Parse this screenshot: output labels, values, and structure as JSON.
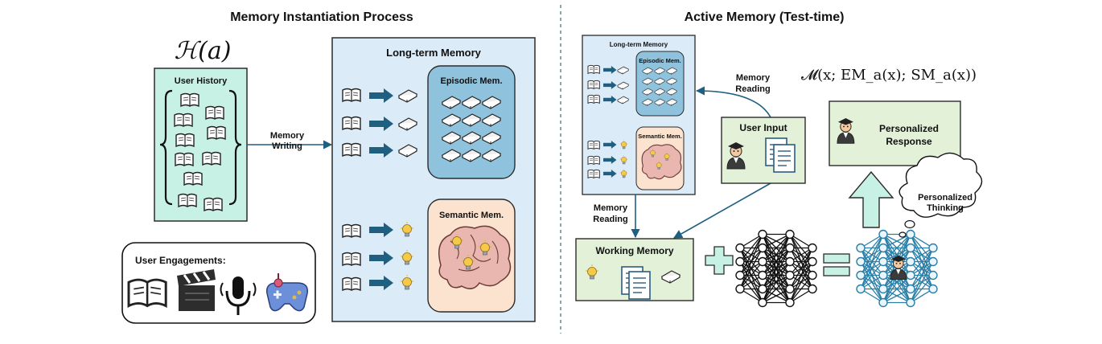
{
  "left": {
    "title": "Memory Instantiation Process",
    "history_math": "ℋ(a)",
    "user_history": "User History",
    "writing_label": [
      "Memory",
      "Writing"
    ],
    "ltm_title": "Long-term Memory",
    "episodic": "Episodic Mem.",
    "semantic": "Semantic Mem.",
    "engagements": "User Engagements:"
  },
  "right": {
    "title": "Active Memory (Test-time)",
    "ltm_title": "Long-term Memory",
    "episodic": "Episodic Mem.",
    "semantic": "Semantic Mem.",
    "reading_top": [
      "Memory",
      "Reading"
    ],
    "reading_left": [
      "Memory",
      "Reading"
    ],
    "user_input": "User Input",
    "formula": "𝓜(x; EM_a(x); SM_a(x))",
    "personalized_response": [
      "Personalized",
      "Response"
    ],
    "working_memory": "Working Memory",
    "thinking": [
      "Personalized",
      "Thinking"
    ]
  },
  "colors": {
    "mint": "#c8f1e6",
    "ltm_blue": "#dcebf8",
    "episodic_blue": "#8fc2dc",
    "semantic_peach": "#fbe3cf",
    "green_box": "#e3f1d8",
    "arrow_navy": "#1f5f80",
    "divider": "#3c7f7f"
  }
}
